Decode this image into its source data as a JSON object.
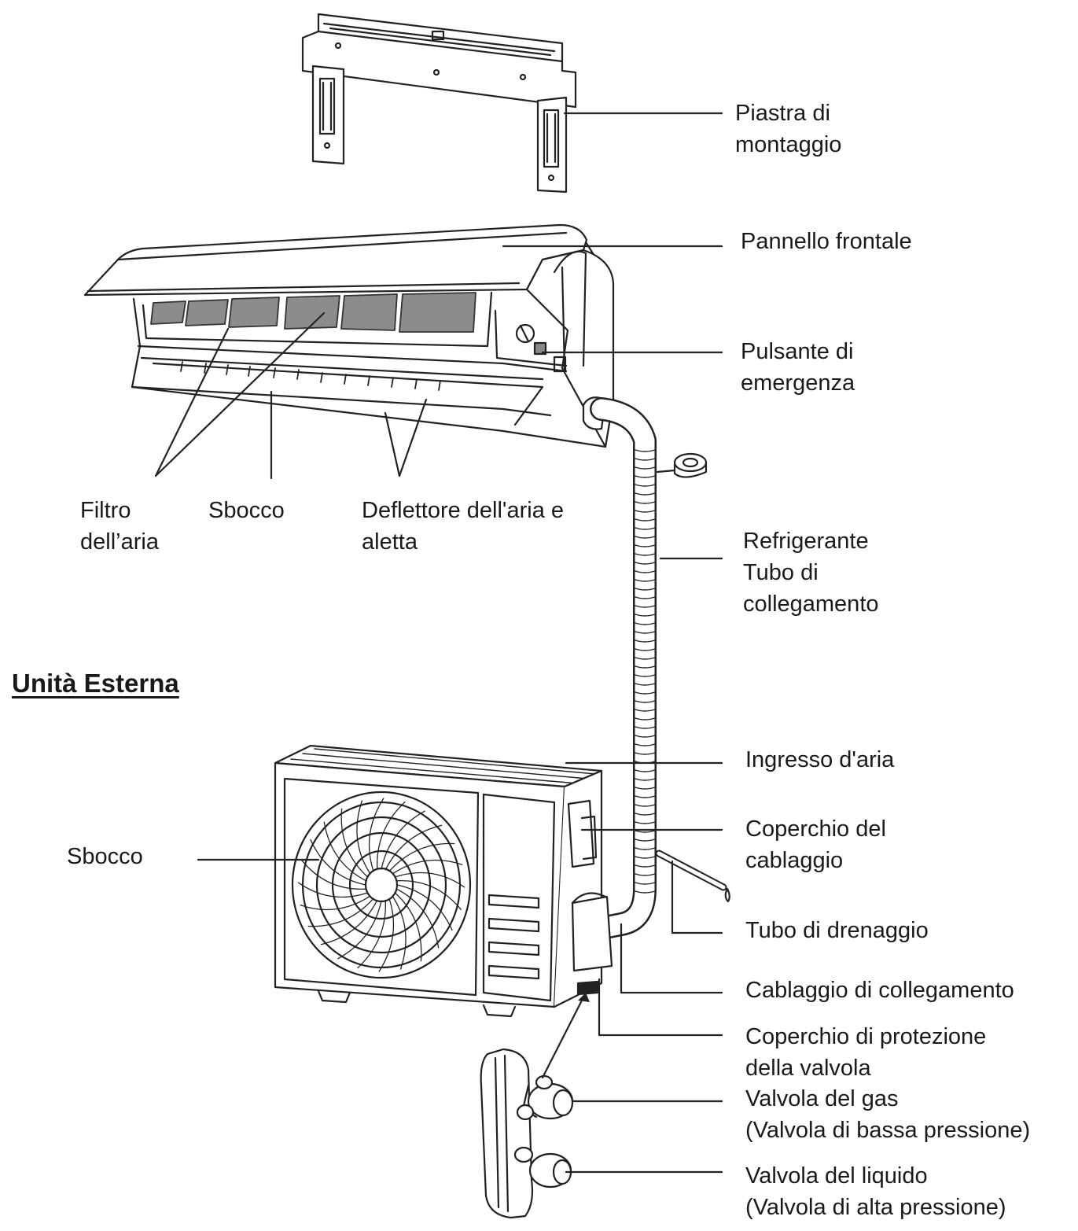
{
  "section_heading": "Unità Esterna",
  "labels": {
    "mounting_plate": [
      "Piastra di",
      "montaggio"
    ],
    "front_panel": [
      "Pannello frontale"
    ],
    "emergency_button": [
      "Pulsante di",
      "emergenza"
    ],
    "air_filter": [
      "Filtro",
      "dell’aria"
    ],
    "outlet_indoor": [
      "Sbocco"
    ],
    "air_deflector": [
      "Deflettore dell'aria e",
      "aletta"
    ],
    "refrigerant_pipe": [
      "Refrigerante",
      "Tubo di",
      "collegamento"
    ],
    "air_inlet": [
      "Ingresso d'aria"
    ],
    "wiring_cover": [
      "Coperchio del",
      "cablaggio"
    ],
    "outlet_outdoor": [
      "Sbocco"
    ],
    "drain_pipe": [
      "Tubo di drenaggio"
    ],
    "connection_wiring": [
      "Cablaggio di collegamento"
    ],
    "valve_cover": [
      "Coperchio di protezione",
      "della valvola"
    ],
    "gas_valve": [
      "Valvola del gas",
      "(Valvola di bassa pressione)"
    ],
    "liquid_valve": [
      "Valvola del liquido",
      "(Valvola di alta pressione)"
    ]
  }
}
